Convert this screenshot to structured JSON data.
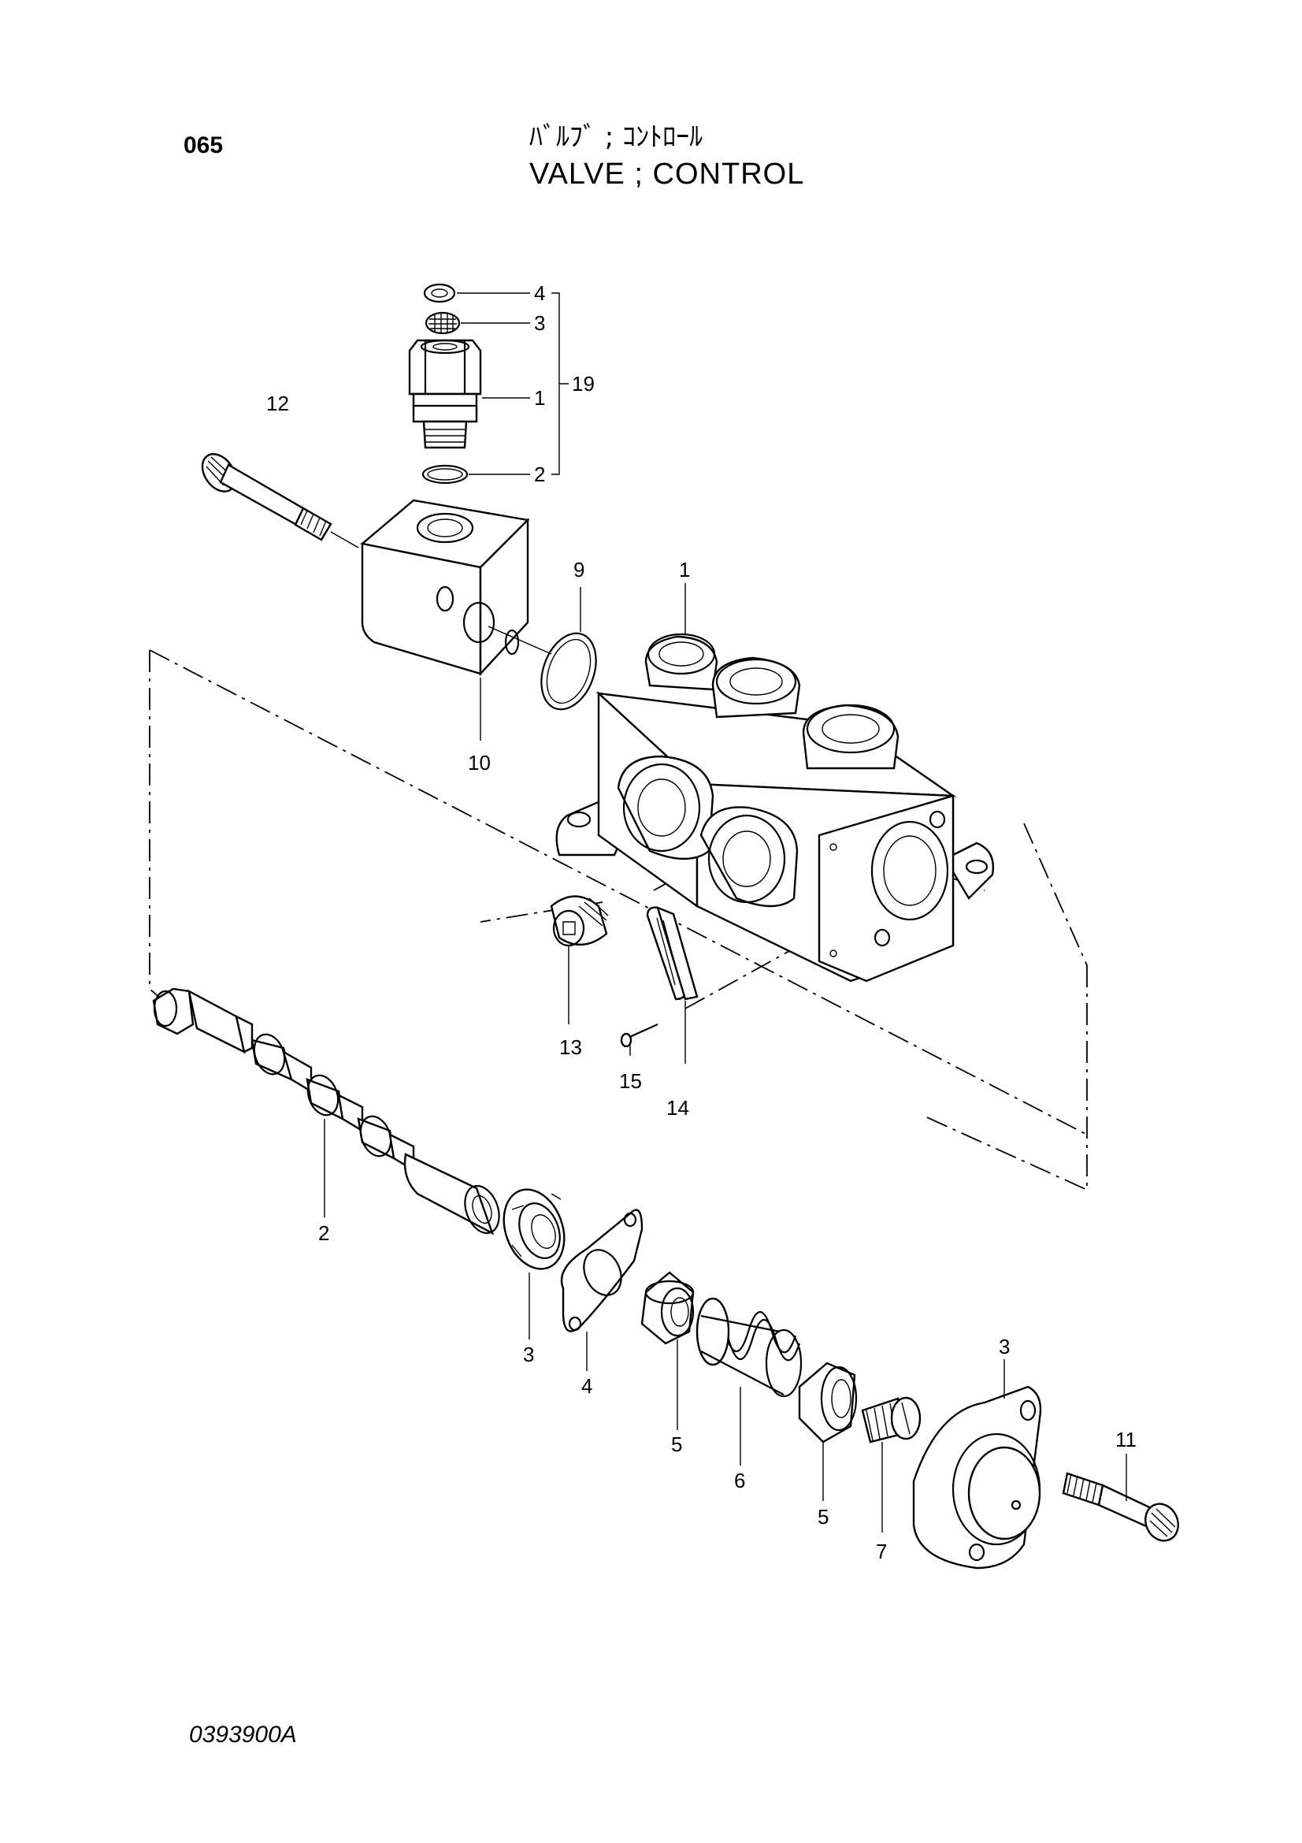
{
  "header": {
    "page_number": "065",
    "title_jp": "ﾊﾞﾙﾌﾞ ; ｺﾝﾄﾛｰﾙ",
    "title_en": "VALVE ; CONTROL"
  },
  "footer": {
    "figure_code": "0393900A"
  },
  "callouts": {
    "c4_top": "4",
    "c3_top": "3",
    "c1_top": "1",
    "c2_top": "2",
    "c19": "19",
    "c12": "12",
    "c9": "9",
    "c1_body": "1",
    "c10": "10",
    "c13": "13",
    "c15": "15",
    "c14": "14",
    "c2_spool": "2",
    "c3_seal": "3",
    "c4_plate": "4",
    "c5_a": "5",
    "c6": "6",
    "c5_b": "5",
    "c7": "7",
    "c3_cap": "3",
    "c11": "11"
  },
  "colors": {
    "ink": "#000000",
    "paper": "#ffffff"
  }
}
